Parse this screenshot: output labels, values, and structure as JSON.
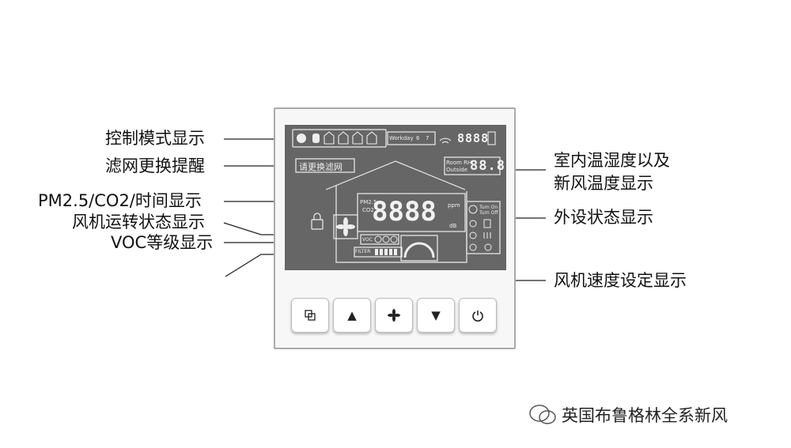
{
  "labels": {
    "control_mode": "控制模式显示",
    "filter_reminder": "滤网更换提醒",
    "pm_co2_time": "PM2.5/CO2/时间显示",
    "fan_status": "风机运转状态显示",
    "voc_level": "VOC等级显示",
    "indoor_temp_line1": "室内温湿度以及",
    "indoor_temp_line2": "新风温度显示",
    "peripheral": "外设状态显示",
    "fan_speed": "风机速度设定显示"
  },
  "screen": {
    "workday": "Workday",
    "day6": "6",
    "day7": "7",
    "clock": "8888",
    "filter_notice": "请更换滤网",
    "room": "Room RH",
    "outside": "Outside",
    "temp_digits": "88.8",
    "pm_label": "PM2.5",
    "co2_label": "CO2",
    "ppm": "ppm",
    "main_digits": "8888",
    "db": "dB",
    "voc": "VOC",
    "filter": "FILTER",
    "turn_on": "Turn On",
    "turn_off": "Turn Off"
  },
  "watermark": "英国布鲁格林全系新风",
  "buttons": [
    "▲",
    "▼"
  ]
}
